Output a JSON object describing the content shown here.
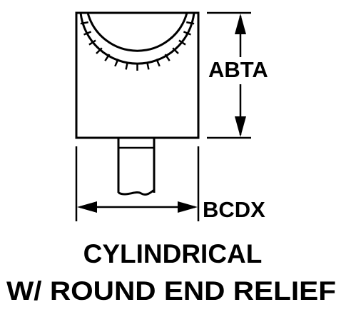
{
  "dimensions": {
    "height_label": "ABTA",
    "width_label": "BCDX"
  },
  "caption": {
    "line1": "CYLINDRICAL",
    "line2": "W/ ROUND END RELIEF"
  },
  "colors": {
    "ink": "#000000",
    "background": "#ffffff"
  }
}
